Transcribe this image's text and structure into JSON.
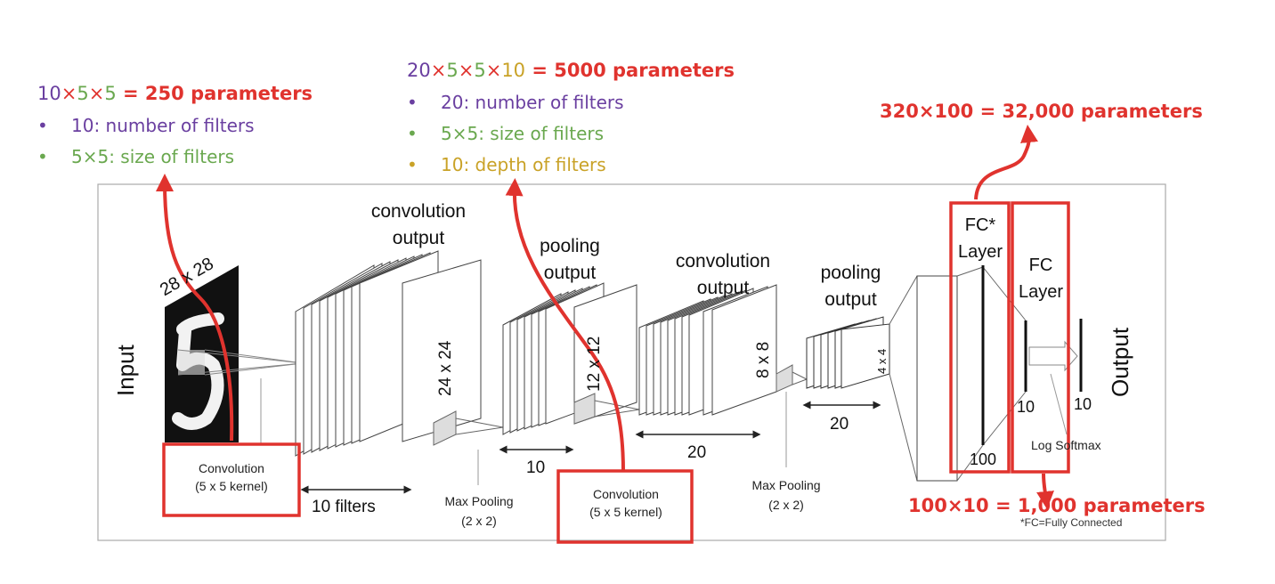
{
  "colors": {
    "red": "#e0332e",
    "purple": "#6a3fa0",
    "green": "#6aa84f",
    "gold": "#c9a227",
    "box_red": "#e0332e"
  },
  "annotations": {
    "a1": {
      "eq_10": "10",
      "eq_times1": "×",
      "eq_5a": "5",
      "eq_times2": "×",
      "eq_5b": "5",
      "eq_rest": " = 250 parameters",
      "bullet1": "10: number of filters",
      "bullet2": "5×5: size of filters"
    },
    "a2": {
      "eq_20": "20",
      "eq_times1": "×",
      "eq_5a": "5",
      "eq_times2": "×",
      "eq_5b": "5",
      "eq_times3": "×",
      "eq_10": "10",
      "eq_rest": " = 5000 parameters",
      "bullet1": "20: number of filters",
      "bullet2": "5×5: size of filters",
      "bullet3": "10: depth of filters"
    },
    "a3": {
      "text": "320×100 = 32,000 parameters"
    },
    "a4": {
      "text": "100×10 = 1,000 parameters"
    }
  },
  "diagram": {
    "input_label": "Input",
    "input_size": "28 x 28",
    "conv1_output": [
      "convolution",
      "output"
    ],
    "conv1_size": "24 x 24",
    "conv1_filters": "10 filters",
    "conv1_kernel": [
      "Convolution",
      "(5 x 5 kernel)"
    ],
    "pool1_output": [
      "pooling",
      "output"
    ],
    "pool1_size": "12 x 12",
    "pool1_depth": "10",
    "pool1_op": [
      "Max Pooling",
      "(2 x 2)"
    ],
    "conv2_output": [
      "convolution",
      "output"
    ],
    "conv2_size": "8 x 8",
    "conv2_depth": "20",
    "conv2_kernel": [
      "Convolution",
      "(5 x 5 kernel)"
    ],
    "pool2_output": [
      "pooling",
      "output"
    ],
    "pool2_size": "4 x 4",
    "pool2_depth": "20",
    "pool2_op": [
      "Max Pooling",
      "(2 x 2)"
    ],
    "fc1_label": [
      "FC*",
      "Layer"
    ],
    "fc1_units": "100",
    "fc2_label": [
      "FC",
      "Layer"
    ],
    "fc2_units": "10",
    "output_units": "10",
    "output_label": "Output",
    "softmax": "Log Softmax",
    "footnote": "*FC=Fully Connected"
  }
}
